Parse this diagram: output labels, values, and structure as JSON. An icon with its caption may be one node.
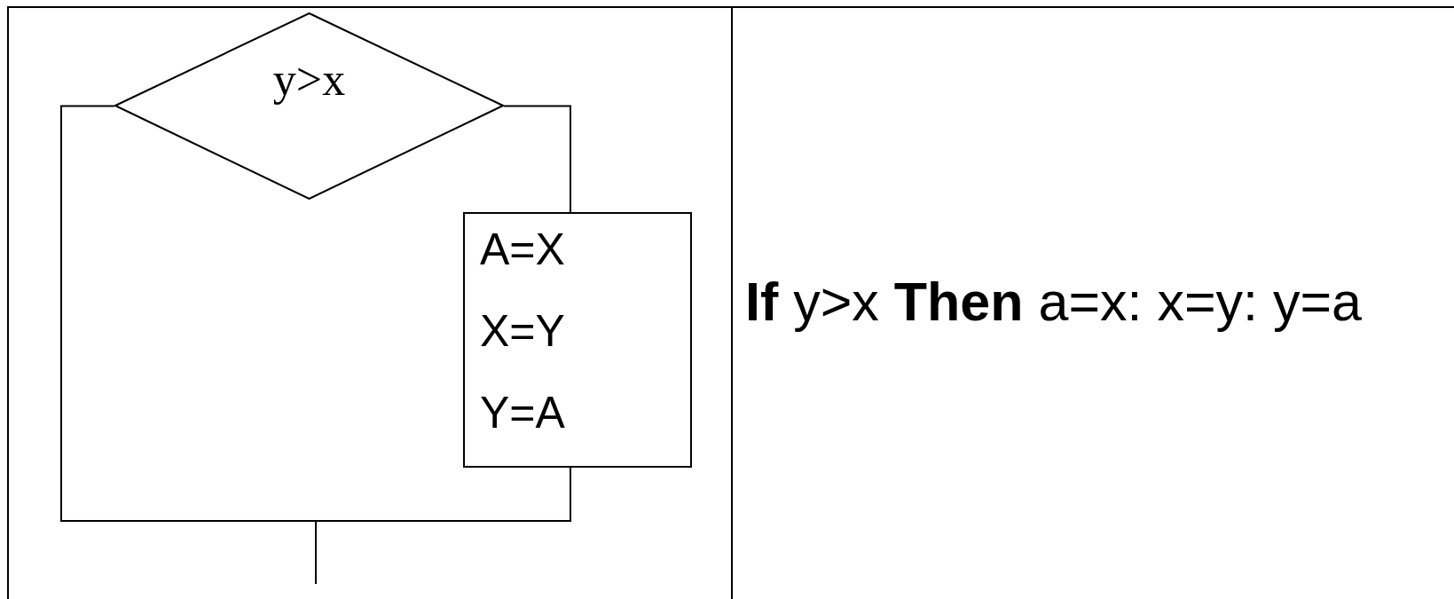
{
  "diagram": {
    "nodes": [
      {
        "text": [
          "y>x"
        ]
      },
      {
        "text": [
          "A=X",
          "X=Y",
          "Y=A"
        ]
      }
    ],
    "edges": [
      {
        "from": 0,
        "to": 1,
        "arrow": "none"
      },
      {
        "from": 1,
        "to": null,
        "arrow": "none"
      },
      {
        "from": 0,
        "to": null,
        "arrow": "none"
      }
    ],
    "labels": [
      "**If** y>x **Then** a=x: x=y: y=a"
    ]
  }
}
